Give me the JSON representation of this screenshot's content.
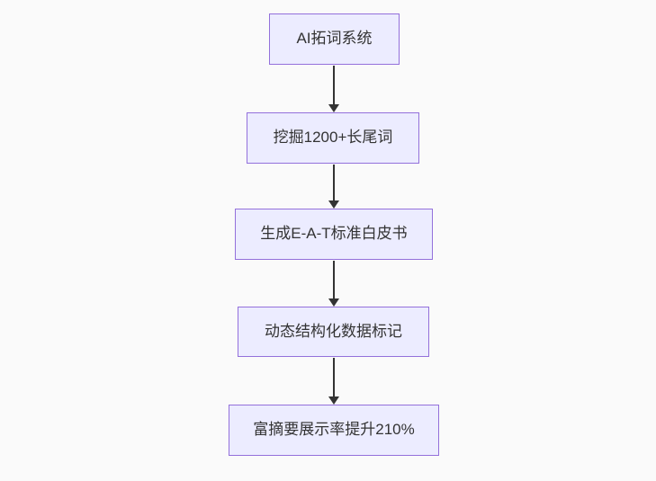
{
  "diagram": {
    "type": "flowchart",
    "direction": "top-down",
    "colors": {
      "background": "#fafafa",
      "node_fill": "#ECECFF",
      "node_border": "#9370DB",
      "edge_color": "#333333",
      "text_color": "#333333"
    },
    "nodes": [
      {
        "id": "n1",
        "label": "AI拓词系统"
      },
      {
        "id": "n2",
        "label": "挖掘1200+长尾词"
      },
      {
        "id": "n3",
        "label": "生成E-A-T标准白皮书"
      },
      {
        "id": "n4",
        "label": "动态结构化数据标记"
      },
      {
        "id": "n5",
        "label": "富摘要展示率提升210%"
      }
    ],
    "edges": [
      {
        "from": "n1",
        "to": "n2"
      },
      {
        "from": "n2",
        "to": "n3"
      },
      {
        "from": "n3",
        "to": "n4"
      },
      {
        "from": "n4",
        "to": "n5"
      }
    ]
  }
}
